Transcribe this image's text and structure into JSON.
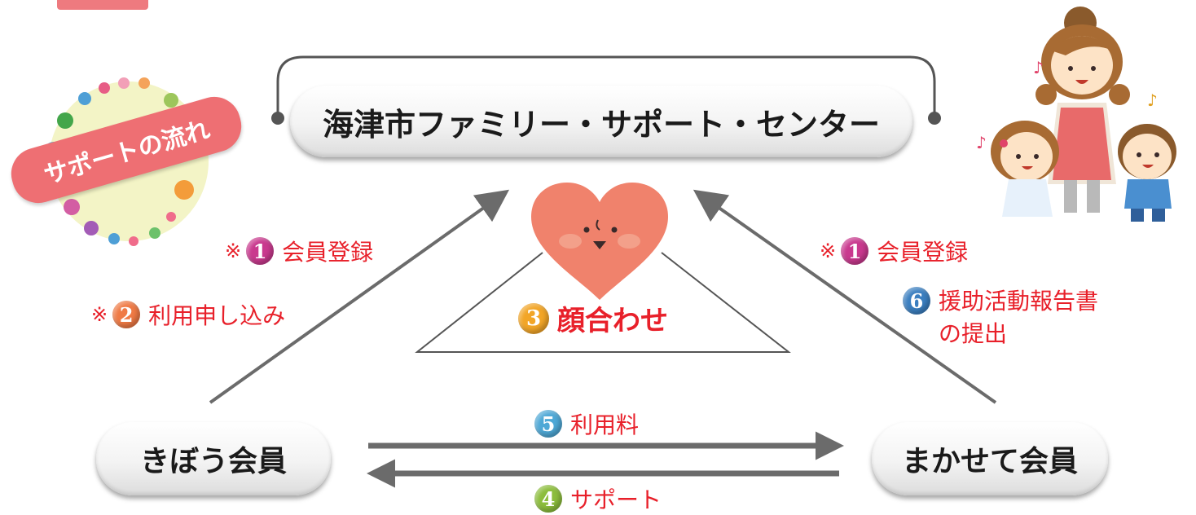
{
  "center": {
    "title": "海津市ファミリー・サポート・センター"
  },
  "badge": {
    "text": "サポートの流れ"
  },
  "members": {
    "left": "きぼう会員",
    "right": "まかせて会員"
  },
  "steps": {
    "left_register": {
      "mark": "※",
      "number": "1",
      "text": "会員登録"
    },
    "left_apply": {
      "mark": "※",
      "number": "2",
      "text": "利用申し込み"
    },
    "meeting": {
      "number": "3",
      "text": "顔合わせ"
    },
    "support": {
      "number": "4",
      "text": "サポート"
    },
    "fee": {
      "number": "5",
      "text": "利用料"
    },
    "right_register": {
      "mark": "※",
      "number": "1",
      "text": "会員登録"
    },
    "report": {
      "number": "6",
      "line1": "援助活動報告書",
      "line2": "の提出"
    }
  },
  "colors": {
    "label_red": "#e8202a",
    "badge_pink": "#ee6f73",
    "heart": "#f0826c",
    "arrow_gray": "#6b6b6b",
    "circle_yellow": "#f3f4c6"
  },
  "icons": [
    "heart-face-icon",
    "family-illustration-icon",
    "dot-circle-icon"
  ]
}
